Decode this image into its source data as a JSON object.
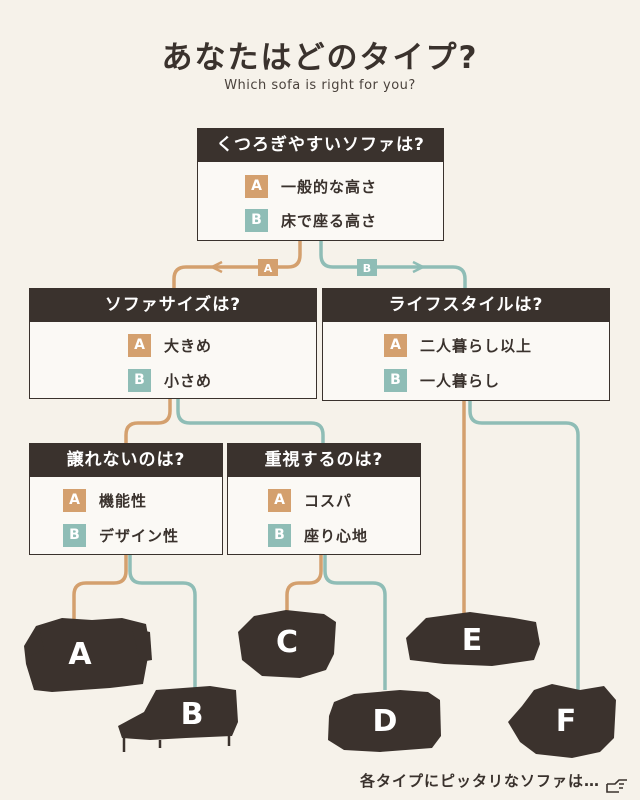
{
  "title": "あなたはどのタイプ?",
  "subtitle": "Which sofa is right for you?",
  "questions": {
    "q1": {
      "title": "くつろぎやすいソファは?",
      "a": "一般的な高さ",
      "b": "床で座る高さ"
    },
    "q2": {
      "title": "ソファサイズは?",
      "a": "大きめ",
      "b": "小さめ"
    },
    "q3": {
      "title": "ライフスタイルは?",
      "a": "二人暮らし以上",
      "b": "一人暮らし"
    },
    "q4": {
      "title": "譲れないのは?",
      "a": "機能性",
      "b": "デザイン性"
    },
    "q5": {
      "title": "重視するのは?",
      "a": "コスパ",
      "b": "座り心地"
    }
  },
  "option_letters": {
    "a": "A",
    "b": "B"
  },
  "sofas": [
    "A",
    "B",
    "C",
    "D",
    "E",
    "F"
  ],
  "footer": "各タイプにピッタリなソファは…",
  "colors": {
    "background": "#f6f2ea",
    "dark": "#3a322d",
    "option_a": "#d4a06e",
    "option_b": "#8fbdb6",
    "sofa": "#3b322d"
  }
}
